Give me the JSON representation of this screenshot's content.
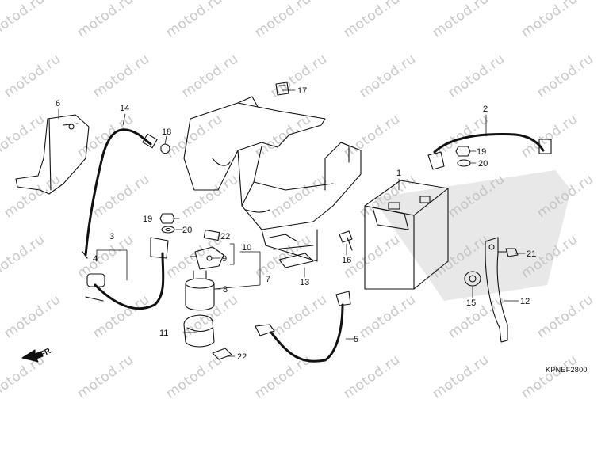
{
  "watermark": "motod.ru",
  "diagram_code": "KPNEF2800",
  "front_label": "FR.",
  "callouts": {
    "c1": "1",
    "c2": "2",
    "c3": "3",
    "c4": "4",
    "c5": "5",
    "c6": "6",
    "c7": "7",
    "c8": "8",
    "c9": "9",
    "c10": "10",
    "c11": "11",
    "c12": "12",
    "c13": "13",
    "c14": "14",
    "c15": "15",
    "c16": "16",
    "c17": "17",
    "c18": "18",
    "c19a": "19",
    "c19b": "19",
    "c20a": "20",
    "c20b": "20",
    "c21": "21",
    "c22a": "22",
    "c22b": "22"
  }
}
